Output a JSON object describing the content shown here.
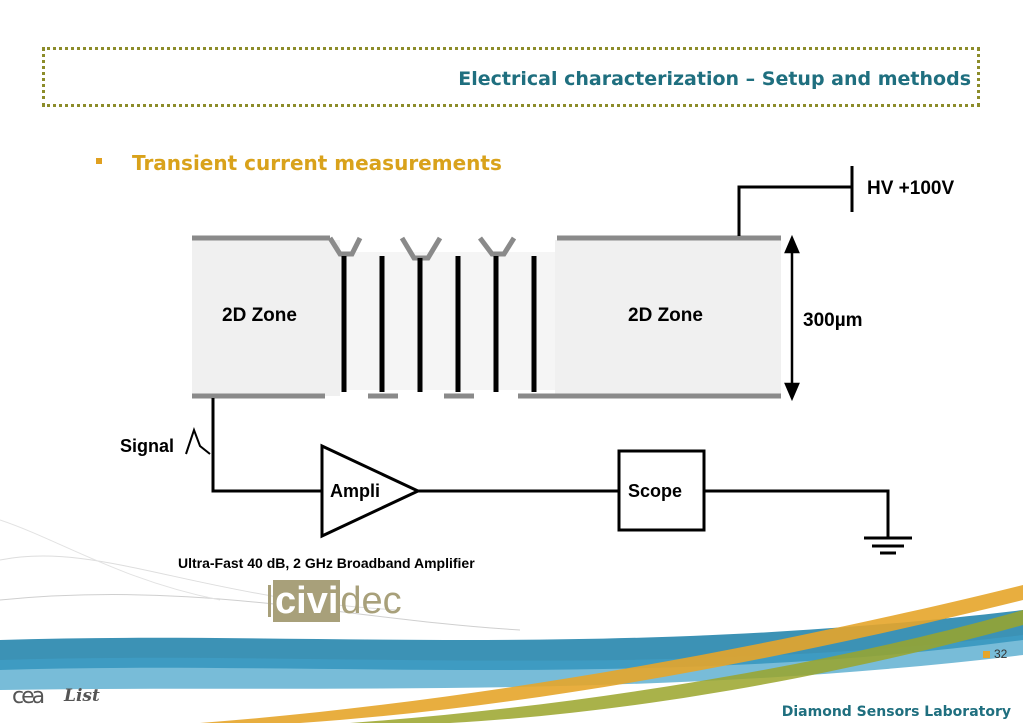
{
  "header": {
    "title": "Electrical characterization – Setup and methods"
  },
  "section": {
    "bullet_title": "Transient current measurements"
  },
  "diagram": {
    "left_zone": "2D Zone",
    "right_zone": "2D Zone",
    "thickness": "300µm",
    "hv_label": "HV +100V",
    "signal_label": "Signal",
    "amplifier_label": "Ampli",
    "scope_label": "Scope",
    "amplifier_caption": "Ultra-Fast 40 dB, 2 GHz Broadband Amplifier"
  },
  "logo": {
    "cividec_a": "civi",
    "cividec_b": "dec"
  },
  "footer": {
    "page_number": "32",
    "lab_name": "Diamond Sensors Laboratory",
    "cea_logo": "cea",
    "list_logo": "List"
  },
  "colors": {
    "title_teal": "#1f6f7f",
    "subtitle_gold": "#d9a21b",
    "zone_fill": "#f0f0f0",
    "electrode_gray": "#8a8a8a"
  }
}
